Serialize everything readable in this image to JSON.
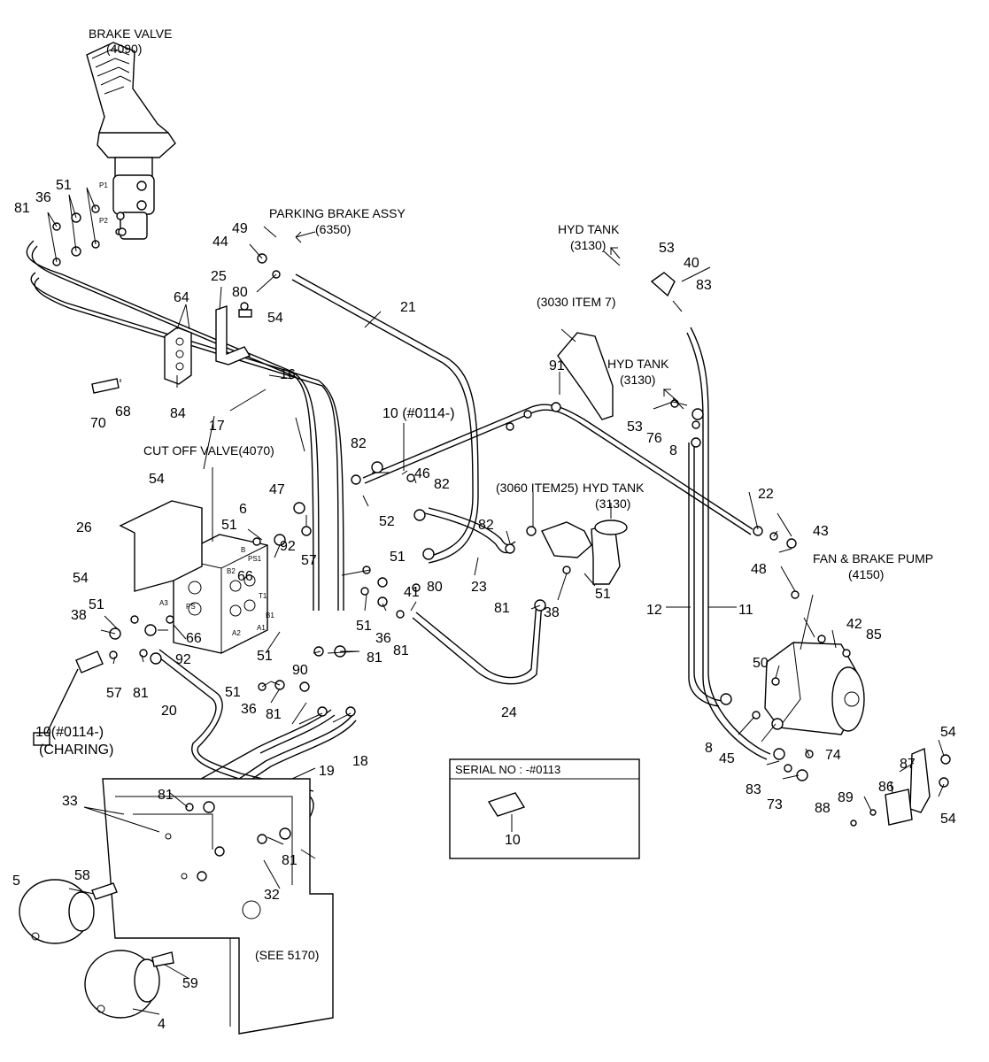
{
  "captions": {
    "brake_valve": "BRAKE VALVE",
    "brake_valve_ref": "(4090)",
    "parking_brake": "PARKING BRAKE ASSY",
    "parking_brake_ref": "(6350)",
    "hyd_tank_top": "HYD TANK",
    "hyd_tank_top_ref": "(3130)",
    "item_3030": "(3030 ITEM 7)",
    "hyd_tank_mid": "HYD TANK",
    "hyd_tank_mid_ref": "(3130)",
    "cut_off_valve": "CUT OFF VALVE(4070)",
    "item_3060": "(3060 ITEM25)",
    "hyd_tank_low": "HYD TANK",
    "hyd_tank_low_ref": "(3130)",
    "fan_brake_pump": "FAN & BRAKE PUMP",
    "fan_brake_pump_ref": "(4150)",
    "sensor_note": "10(#0114-)",
    "sensor_note_sub": "(CHARING)",
    "hose_10_note": "10 (#0114-)",
    "serial_title": "SERIAL NO : -#0113",
    "serial_part": "10",
    "see_note": "(SEE 5170)"
  },
  "ports": {
    "p1": "P1",
    "p2": "P2",
    "b": "B",
    "ps1": "PS1",
    "b2": "B2",
    "t1": "T1",
    "b1": "B1",
    "a1": "A1",
    "a2": "A2",
    "ps": "PS",
    "a3": "A3"
  },
  "callouts": [
    {
      "id": "c51a",
      "text": "51"
    },
    {
      "id": "c36a",
      "text": "36"
    },
    {
      "id": "c81a",
      "text": "81"
    },
    {
      "id": "c49",
      "text": "49"
    },
    {
      "id": "c44",
      "text": "44"
    },
    {
      "id": "c80a",
      "text": "80"
    },
    {
      "id": "c25",
      "text": "25"
    },
    {
      "id": "c64",
      "text": "64"
    },
    {
      "id": "c54a",
      "text": "54"
    },
    {
      "id": "c21",
      "text": "21"
    },
    {
      "id": "c53a",
      "text": "53"
    },
    {
      "id": "c40",
      "text": "40"
    },
    {
      "id": "c83a",
      "text": "83"
    },
    {
      "id": "c91",
      "text": "91"
    },
    {
      "id": "c16",
      "text": "16"
    },
    {
      "id": "c70",
      "text": "70"
    },
    {
      "id": "c68",
      "text": "68"
    },
    {
      "id": "c84",
      "text": "84"
    },
    {
      "id": "c17",
      "text": "17"
    },
    {
      "id": "c53b",
      "text": "53"
    },
    {
      "id": "c76",
      "text": "76"
    },
    {
      "id": "c8a",
      "text": "8"
    },
    {
      "id": "c82a",
      "text": "82"
    },
    {
      "id": "c46",
      "text": "46"
    },
    {
      "id": "c82b",
      "text": "82"
    },
    {
      "id": "c54b",
      "text": "54"
    },
    {
      "id": "c47",
      "text": "47"
    },
    {
      "id": "c6",
      "text": "6"
    },
    {
      "id": "c51b",
      "text": "51"
    },
    {
      "id": "c52",
      "text": "52"
    },
    {
      "id": "c92a",
      "text": "92"
    },
    {
      "id": "c57a",
      "text": "57"
    },
    {
      "id": "c22",
      "text": "22"
    },
    {
      "id": "c26",
      "text": "26"
    },
    {
      "id": "c82c",
      "text": "82"
    },
    {
      "id": "c43",
      "text": "43"
    },
    {
      "id": "c66a",
      "text": "66"
    },
    {
      "id": "c51c",
      "text": "51"
    },
    {
      "id": "c48",
      "text": "48"
    },
    {
      "id": "c54c",
      "text": "54"
    },
    {
      "id": "c41",
      "text": "41"
    },
    {
      "id": "c80b",
      "text": "80"
    },
    {
      "id": "c23",
      "text": "23"
    },
    {
      "id": "c51d",
      "text": "51"
    },
    {
      "id": "c51e",
      "text": "51"
    },
    {
      "id": "c81b",
      "text": "81"
    },
    {
      "id": "c38a",
      "text": "38"
    },
    {
      "id": "c12",
      "text": "12"
    },
    {
      "id": "c11",
      "text": "11"
    },
    {
      "id": "c38b",
      "text": "38"
    },
    {
      "id": "c66b",
      "text": "66"
    },
    {
      "id": "c51f",
      "text": "51"
    },
    {
      "id": "c36b",
      "text": "36"
    },
    {
      "id": "c81c",
      "text": "81"
    },
    {
      "id": "c42",
      "text": "42"
    },
    {
      "id": "c85",
      "text": "85"
    },
    {
      "id": "c92b",
      "text": "92"
    },
    {
      "id": "c51g",
      "text": "51"
    },
    {
      "id": "c81d",
      "text": "81"
    },
    {
      "id": "c50",
      "text": "50"
    },
    {
      "id": "c57b",
      "text": "57"
    },
    {
      "id": "c81e",
      "text": "81"
    },
    {
      "id": "c90",
      "text": "90"
    },
    {
      "id": "c20",
      "text": "20"
    },
    {
      "id": "c51h",
      "text": "51"
    },
    {
      "id": "c36c",
      "text": "36"
    },
    {
      "id": "c81f",
      "text": "81"
    },
    {
      "id": "c24",
      "text": "24"
    },
    {
      "id": "c8b",
      "text": "8"
    },
    {
      "id": "c45",
      "text": "45"
    },
    {
      "id": "c74",
      "text": "74"
    },
    {
      "id": "c54d",
      "text": "54"
    },
    {
      "id": "c18",
      "text": "18"
    },
    {
      "id": "c87",
      "text": "87"
    },
    {
      "id": "c19",
      "text": "19"
    },
    {
      "id": "c83b",
      "text": "83"
    },
    {
      "id": "c73",
      "text": "73"
    },
    {
      "id": "c86",
      "text": "86"
    },
    {
      "id": "c81g",
      "text": "81"
    },
    {
      "id": "c89",
      "text": "89"
    },
    {
      "id": "c54e",
      "text": "54"
    },
    {
      "id": "c33",
      "text": "33"
    },
    {
      "id": "c88",
      "text": "88"
    },
    {
      "id": "c58",
      "text": "58"
    },
    {
      "id": "c5",
      "text": "5"
    },
    {
      "id": "c81h",
      "text": "81"
    },
    {
      "id": "c32",
      "text": "32"
    },
    {
      "id": "c59",
      "text": "59"
    },
    {
      "id": "c4",
      "text": "4"
    }
  ]
}
